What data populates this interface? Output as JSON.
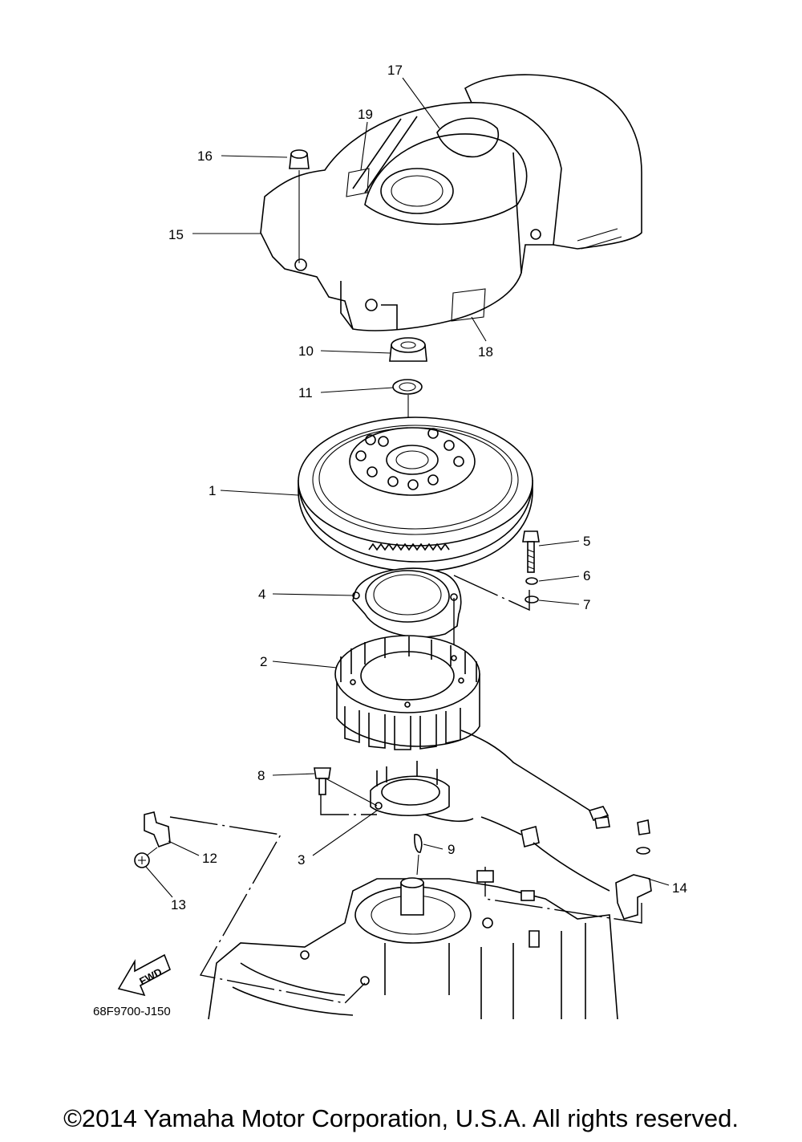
{
  "diagram": {
    "part_labels": [
      "1",
      "2",
      "3",
      "4",
      "5",
      "6",
      "7",
      "8",
      "9",
      "10",
      "11",
      "12",
      "13",
      "14",
      "15",
      "16",
      "17",
      "18",
      "19"
    ],
    "drawing_code": "68F9700-J150",
    "fwd_label": "FWD"
  },
  "footer": {
    "copyright": "©2014 Yamaha Motor Corporation, U.S.A. All rights reserved."
  }
}
